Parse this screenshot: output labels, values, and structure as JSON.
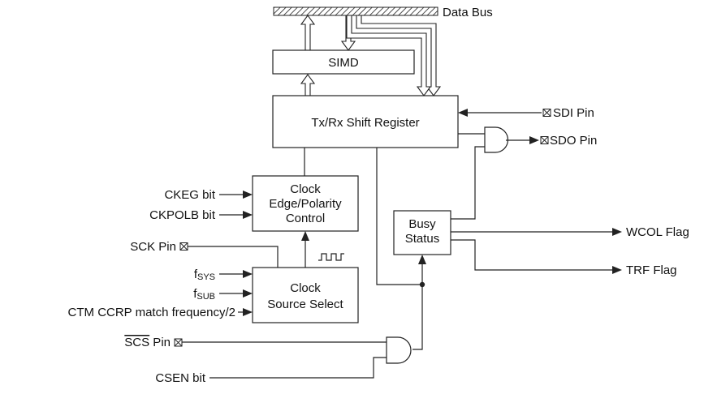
{
  "blocks": {
    "simd": "SIMD",
    "shift_register": "Tx/Rx Shift Register",
    "clock_edge": [
      "Clock",
      "Edge/Polarity",
      "Control"
    ],
    "clock_source": [
      "Clock",
      "Source Select"
    ],
    "busy_status": [
      "Busy",
      "Status"
    ]
  },
  "signals": {
    "data_bus": "Data Bus",
    "sdi_pin": "SDI Pin",
    "sdo_pin": "SDO Pin",
    "ckeg_bit": "CKEG bit",
    "ckpolb_bit": "CKPOLB bit",
    "sck_pin": "SCK Pin",
    "fsys": {
      "f": "f",
      "sub": "SYS"
    },
    "fsub": {
      "f": "f",
      "sub": "SUB"
    },
    "ctm": "CTM CCRP match frequency/2",
    "scs_pin": {
      "overline": "SCS",
      "rest": " Pin"
    },
    "csen_bit": "CSEN bit",
    "wcol_flag": "WCOL Flag",
    "trf_flag": "TRF Flag"
  }
}
